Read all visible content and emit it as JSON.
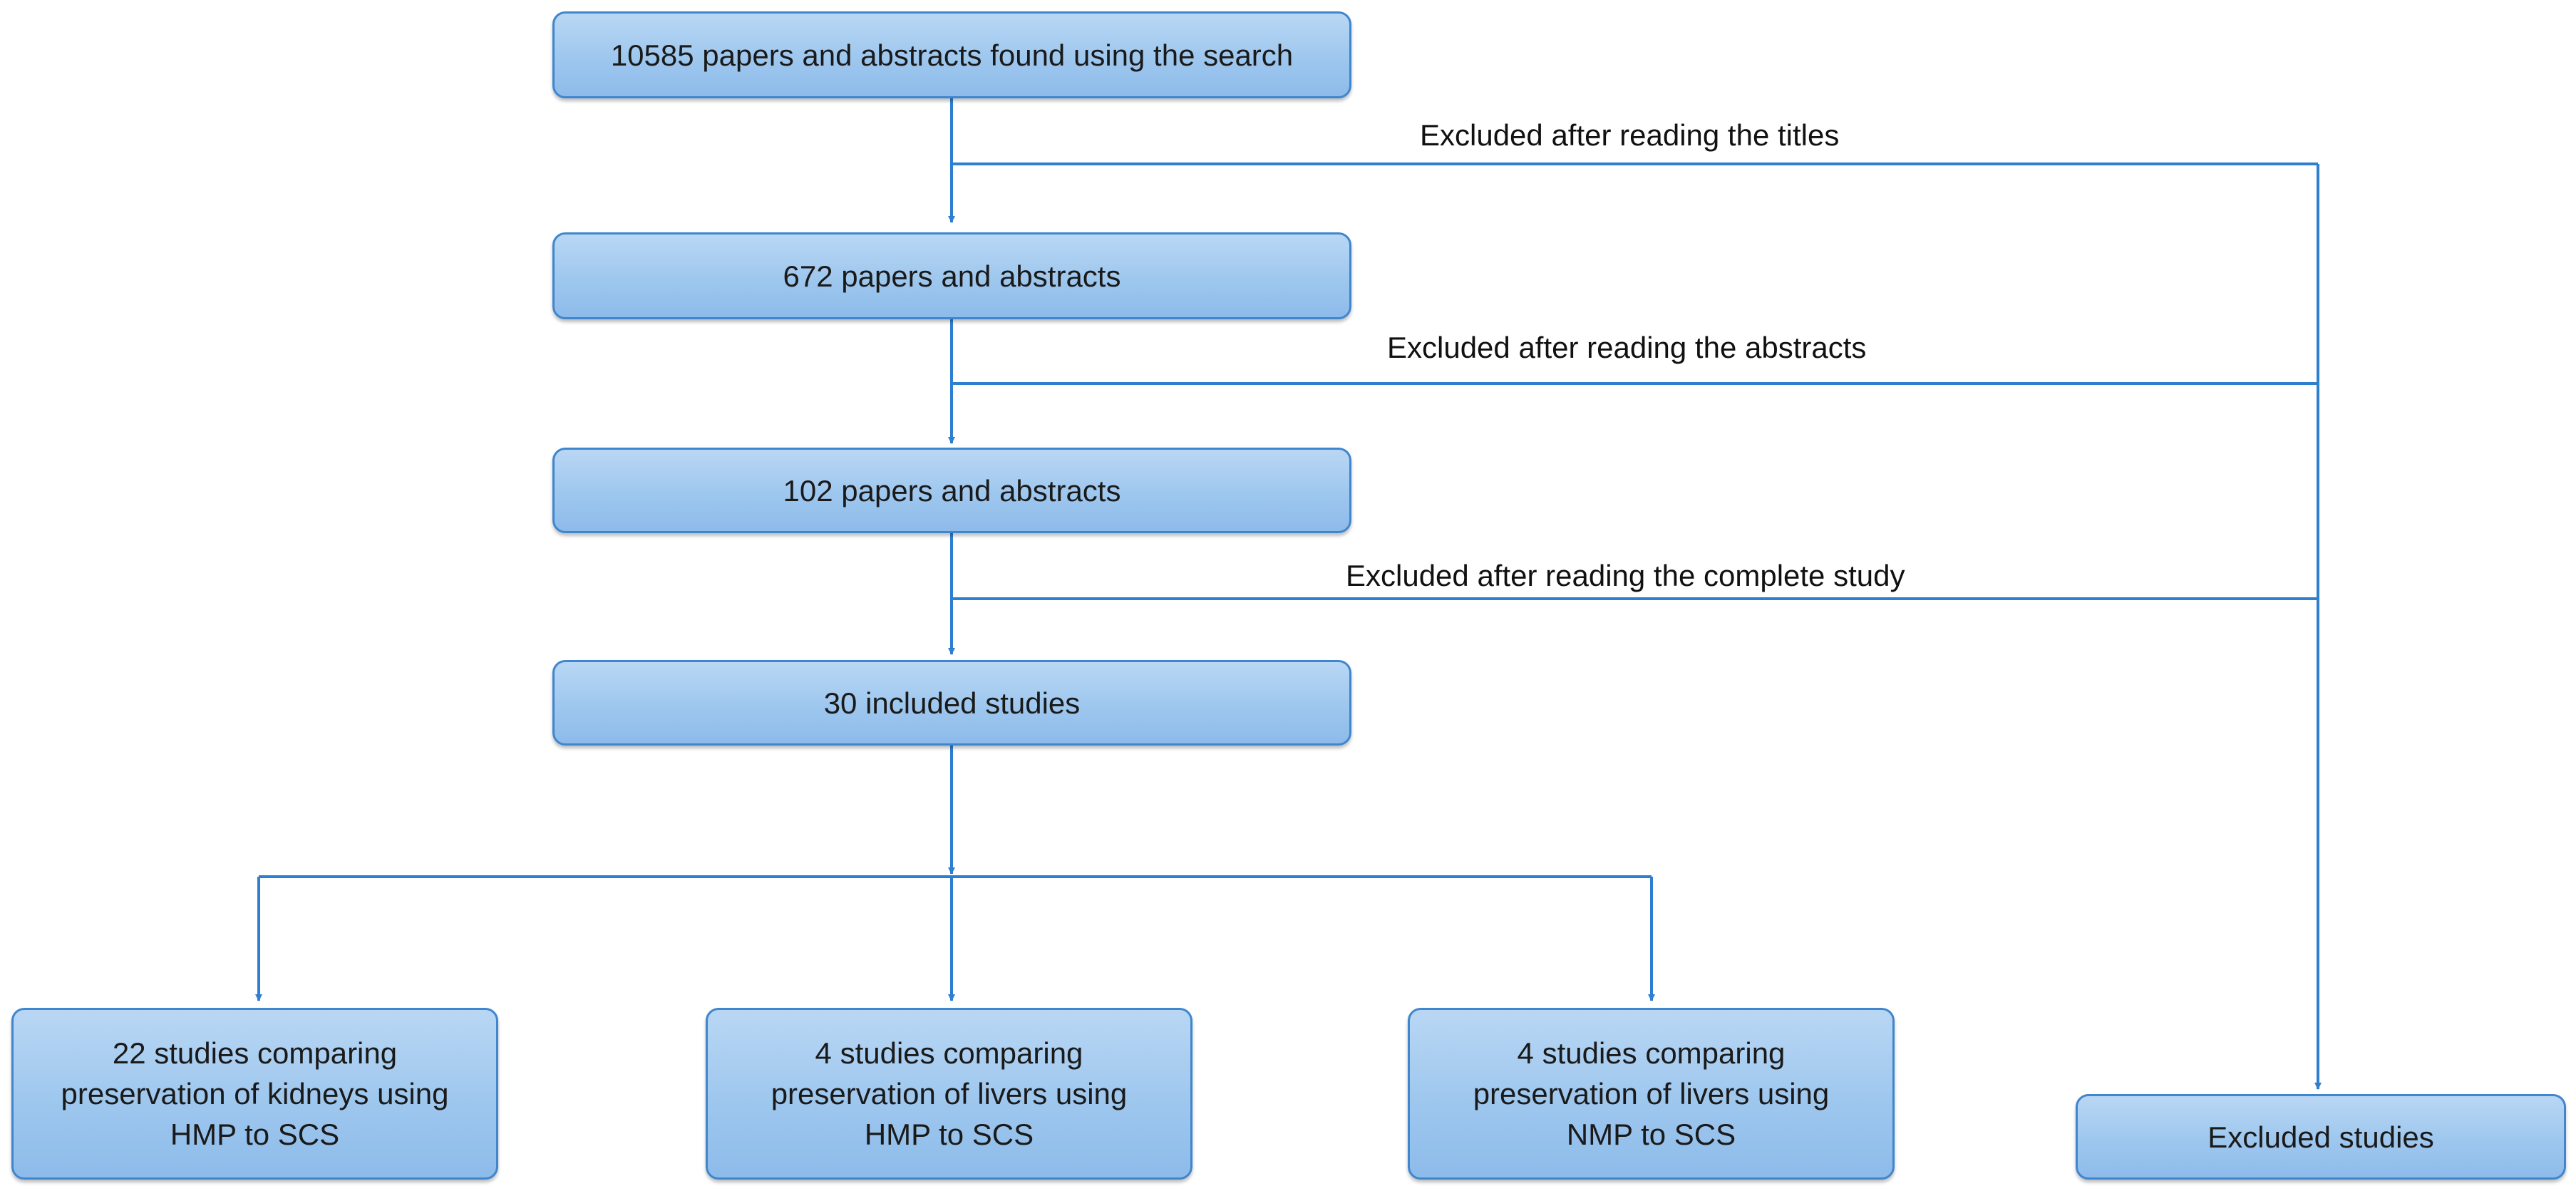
{
  "flowchart": {
    "search": "10585 papers and abstracts found using the search",
    "after_titles": "672 papers and abstracts",
    "after_abstracts": "102 papers and abstracts",
    "included": "30 included studies",
    "kidneys_hmp": [
      "22 studies comparing",
      "preservation of kidneys using",
      "HMP to SCS"
    ],
    "livers_hmp": [
      "4 studies comparing",
      "preservation of livers using",
      "HMP to SCS"
    ],
    "livers_nmp": [
      "4 studies comparing",
      "preservation of livers using",
      "NMP to SCS"
    ],
    "excluded": "Excluded studies"
  },
  "edge_labels": {
    "titles": "Excluded after reading the titles",
    "abstracts": "Excluded after reading the abstracts",
    "complete": "Excluded after reading the complete study"
  },
  "colors": {
    "line": "#2f7fd0",
    "box_border": "#3f86cf",
    "box_fill": "#a8cdf0"
  }
}
